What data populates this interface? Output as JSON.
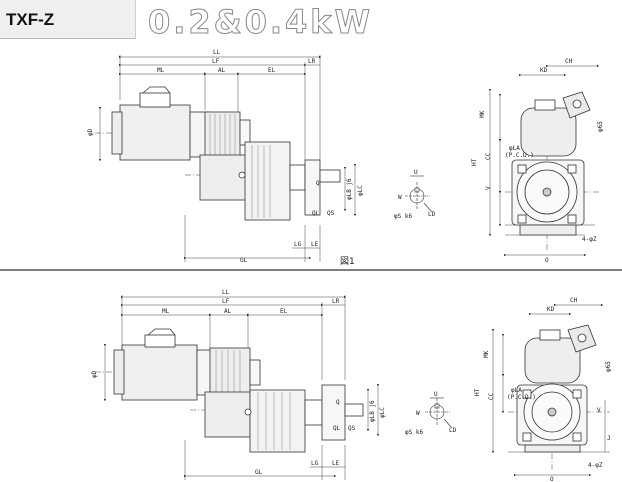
{
  "header": {
    "model": "TXF-Z",
    "power": "0.2&0.4kW"
  },
  "figure_label": "図1",
  "dims": {
    "LL": "LL",
    "LF": "LF",
    "LR": "LR",
    "ML": "ML",
    "AL": "AL",
    "EL": "EL",
    "GL": "GL",
    "LG": "LG",
    "LE": "LE",
    "Q": "Q",
    "QL": "QL",
    "QS": "QS",
    "D": "φD",
    "LB": "φLB j6",
    "LC": "φLC",
    "S": "φS k6",
    "U": "U",
    "W": "W",
    "LD": "LD",
    "CH": "CH",
    "KD": "KD",
    "MK": "MK",
    "HT": "HT",
    "CC": "CC",
    "V": "V",
    "J": "J",
    "O": "O",
    "LA": "φLA",
    "PCD": "(P.C.D.)",
    "Z": "4-φZ",
    "phi65": "φ65"
  }
}
